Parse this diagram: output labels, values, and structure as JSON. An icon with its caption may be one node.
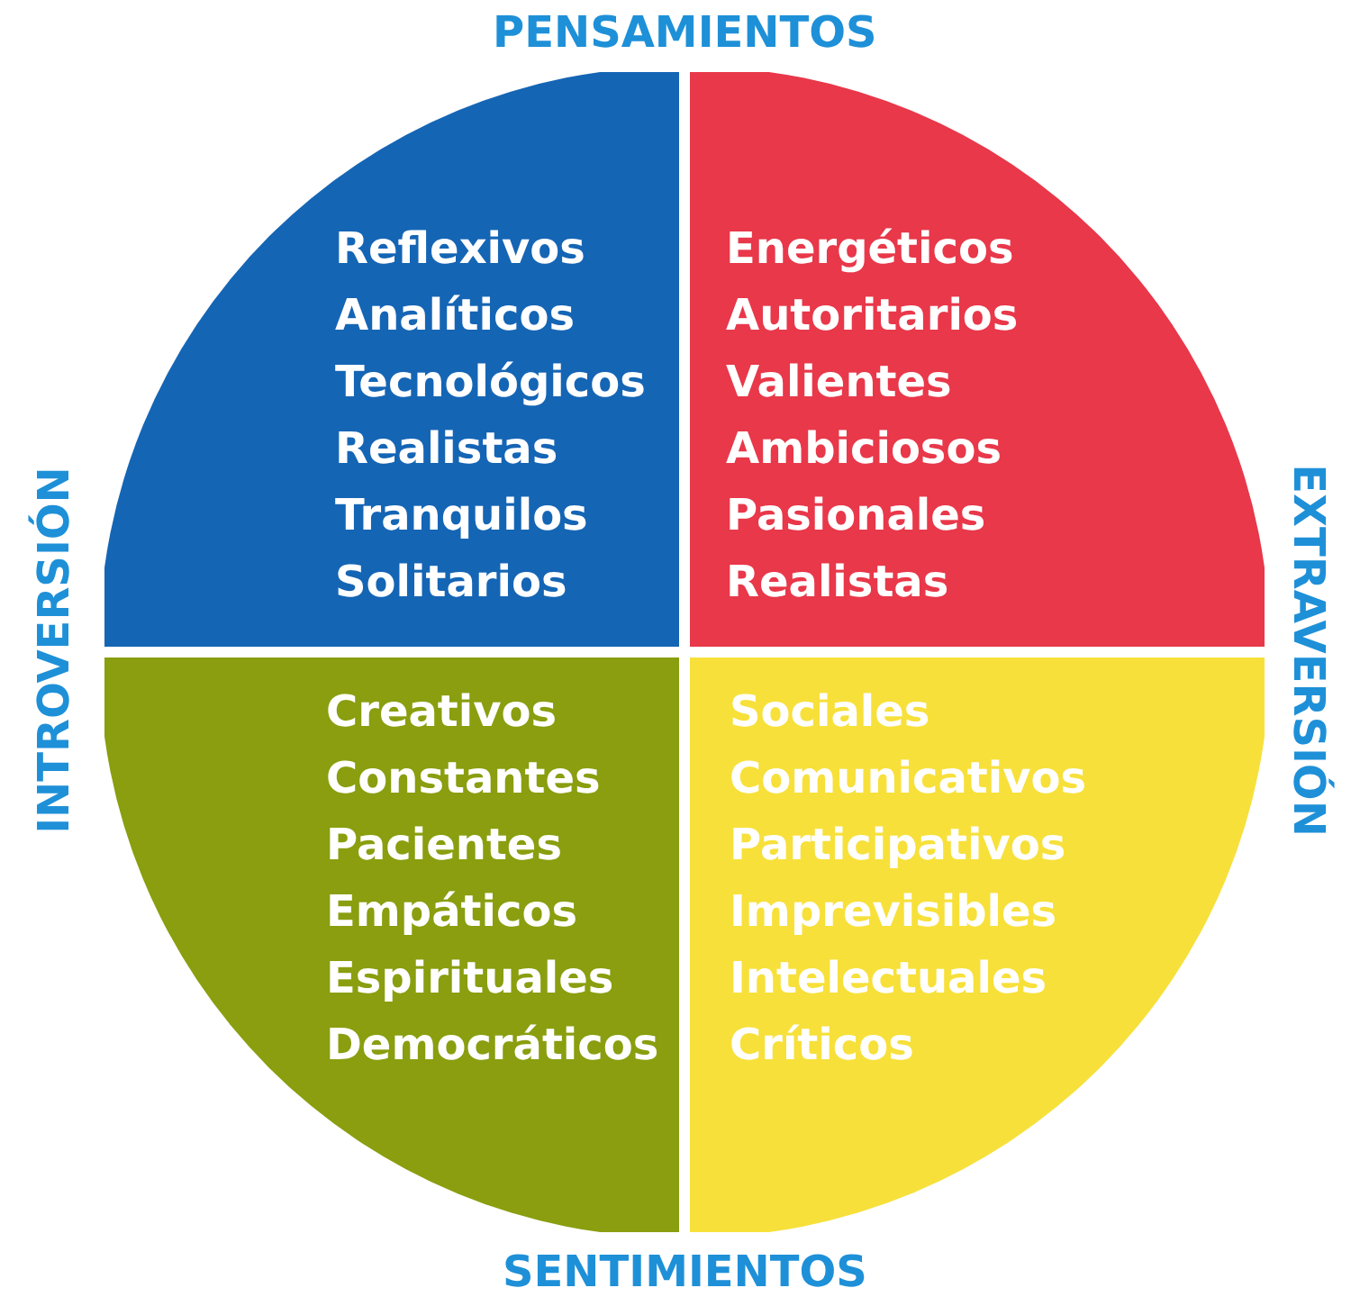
{
  "diagram": {
    "nodes": [
      {
        "text": [
          "Reflexivos",
          "Analíticos",
          "Tecnológicos",
          "Realistas",
          "Tranquilos",
          "Solitarios"
        ]
      },
      {
        "text": [
          "Energéticos",
          "Autoritarios",
          "Valientes",
          "Ambiciosos",
          "Pasionales",
          "Realistas"
        ]
      },
      {
        "text": [
          "Creativos",
          "Constantes",
          "Pacientes",
          "Empáticos",
          "Espirituales",
          "Democráticos"
        ]
      },
      {
        "text": [
          "Sociales",
          "Comunicativos",
          "Participativos",
          "Imprevisibles",
          "Intelectuales",
          "Críticos"
        ]
      }
    ],
    "edges": [],
    "labels": [
      "PENSAMIENTOS",
      "INTROVERSIÓN",
      "EXTRAVERSIÓN",
      "SENTIMIENTOS"
    ]
  }
}
